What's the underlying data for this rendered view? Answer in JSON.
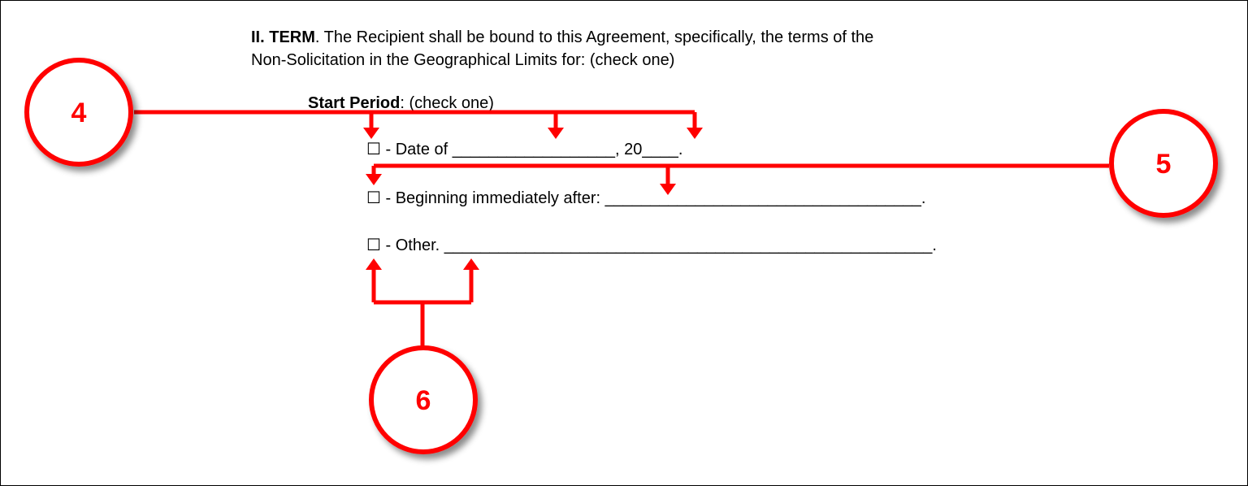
{
  "section": {
    "heading": "II. TERM",
    "text_line1": ". The Recipient shall be bound to this Agreement, specifically, the terms of the",
    "text_line2": "Non-Solicitation in the Geographical Limits for: (check one)"
  },
  "start_period": {
    "label": "Start Period",
    "suffix": ": (check one)"
  },
  "options": [
    {
      "checkbox": "☐",
      "text": " - Date of __________________, 20____."
    },
    {
      "checkbox": "☐",
      "text": " - Beginning immediately after: ___________________________________."
    },
    {
      "checkbox": "☐",
      "text": " - Other. ______________________________________________________."
    }
  ],
  "callouts": [
    {
      "number": "4"
    },
    {
      "number": "5"
    },
    {
      "number": "6"
    }
  ],
  "colors": {
    "annotation": "#ff0000",
    "text": "#000000",
    "background": "#ffffff"
  }
}
